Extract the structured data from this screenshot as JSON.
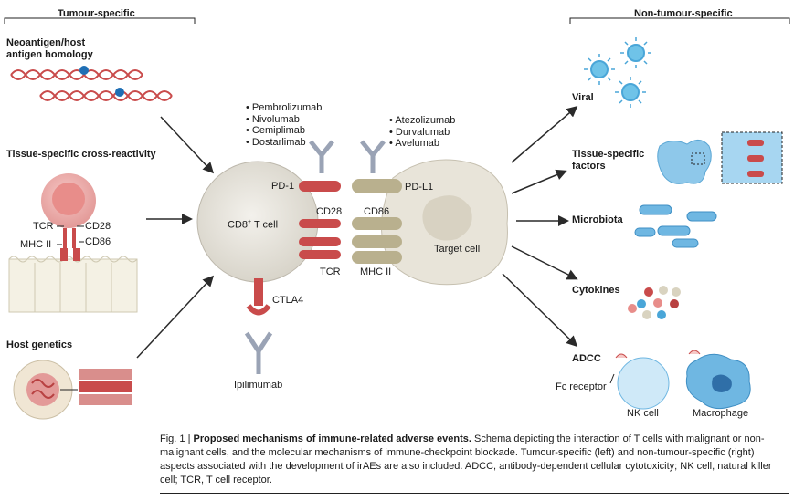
{
  "headers": {
    "tumour_specific": "Tumour-specific",
    "non_tumour_specific": "Non-tumour-specific"
  },
  "left": {
    "neoantigen": [
      "Neoantigen/host",
      "antigen homology"
    ],
    "cross_reactivity": "Tissue-specific cross-reactivity",
    "host_genetics": "Host genetics",
    "tcr": "TCR",
    "mhc2": "MHC II",
    "cd28": "CD28",
    "cd86": "CD86"
  },
  "center": {
    "cd8_cell": "CD8",
    "cd8_sup": "+",
    "cd8_suffix": "T cell",
    "target_cell": "Target cell",
    "pd1": "PD-1",
    "pdl1": "PD-L1",
    "cd28": "CD28",
    "cd86": "CD86",
    "tcr": "TCR",
    "mhc2": "MHC II",
    "ctla4": "CTLA4",
    "ipilimumab": "Ipilimumab",
    "pd1_drugs": [
      "Pembrolizumab",
      "Nivolumab",
      "Cemiplimab",
      "Dostarlimab"
    ],
    "pdl1_drugs": [
      "Atezolizumab",
      "Durvalumab",
      "Avelumab"
    ]
  },
  "right": {
    "viral": "Viral",
    "tissue_factors": [
      "Tissue-specific",
      "factors"
    ],
    "microbiota": "Microbiota",
    "cytokines": "Cytokines",
    "adcc": "ADCC",
    "fc_receptor": "Fc receptor",
    "nk_cell": "NK cell",
    "macrophage": "Macrophage"
  },
  "caption": {
    "fig_label": "Fig. 1 | ",
    "title": "Proposed mechanisms of immune-related adverse events.",
    "body": " Schema depicting the interaction of T cells with malignant or non-malignant cells, and the molecular mechanisms of immune-checkpoint blockade. Tumour-specific (left) and non-tumour-specific (right) aspects associated with the development of irAEs are also included. ADCC, antibody-dependent cellular cytotoxicity; NK cell, natural killer cell; TCR, T cell receptor."
  },
  "colors": {
    "red": "#c94b4b",
    "tcell": "#e4e1da",
    "target": "#e8e4d9",
    "tan": "#b9b08e",
    "antibody": "#9aa3b5",
    "blue": "#4aa6d8"
  }
}
